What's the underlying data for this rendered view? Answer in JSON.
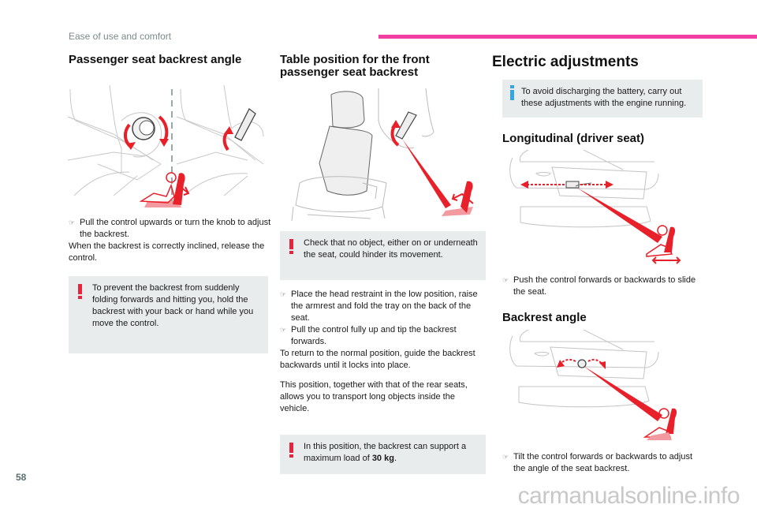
{
  "header": {
    "section_label": "Ease of use and comfort",
    "accent_color": "#f23ea0"
  },
  "footer": {
    "page_number": "58",
    "watermark": "carmanualsonline.info"
  },
  "column1": {
    "title": "Passenger seat backrest angle",
    "bullets": [
      "Pull the control upwards or turn the knob to adjust the backrest."
    ],
    "paragraph": "When the backrest is correctly inclined, release the control.",
    "warning": "To prevent the backrest from suddenly folding forwards and hitting you, hold the backrest with your back or hand while you move the control."
  },
  "column2": {
    "title": "Table position for the front passenger seat backrest",
    "warning1": "Check that no object, either on or underneath the seat, could hinder its movement.",
    "bullets": [
      "Place the head restraint in the low position, raise the armrest and fold the tray on the back of the seat.",
      "Pull the control fully up and tip the backrest forwards."
    ],
    "paragraph1": "To return to the normal position, guide the backrest backwards until it locks into place.",
    "paragraph2": "This position, together with that of the rear seats, allows you to transport long objects inside the vehicle.",
    "warning2_prefix": "In this position, the backrest can support a maximum load of ",
    "warning2_value": "30 kg",
    "warning2_suffix": "."
  },
  "column3": {
    "title": "Electric adjustments",
    "info": "To avoid discharging the battery, carry out these adjustments with the engine running.",
    "sub1": {
      "title": "Longitudinal (driver seat)",
      "bullet": "Push the control forwards or backwards to slide the seat."
    },
    "sub2": {
      "title": "Backrest angle",
      "bullet": "Tilt the control forwards or backwards to adjust the angle of the seat backrest."
    }
  },
  "icons": {
    "bullet": "pointing-hand-icon",
    "warning": "exclamation-icon",
    "info": "info-icon"
  },
  "colors": {
    "warning": "#e8243c",
    "info": "#35a6e0",
    "note_background": "#e9ecec",
    "illustration_red": "#e8202a"
  }
}
